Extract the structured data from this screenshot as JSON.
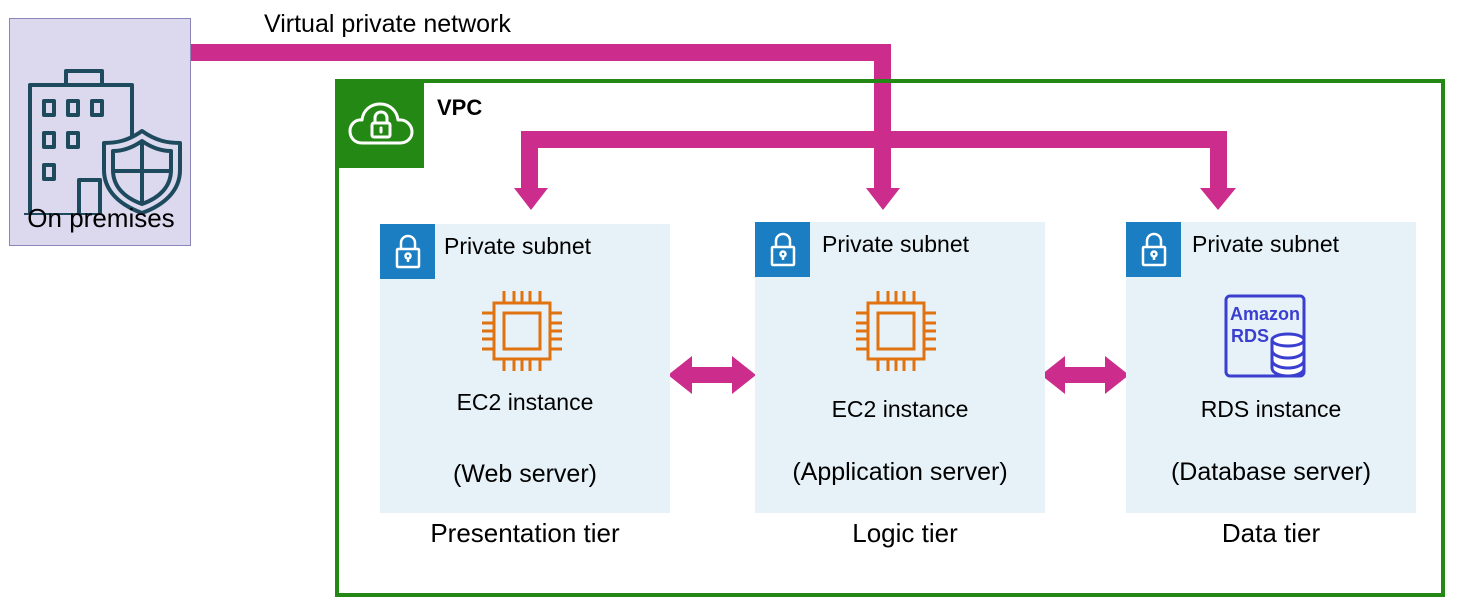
{
  "onprem": {
    "label": "On premises",
    "icon": "building-shield-icon"
  },
  "vpn": {
    "label": "Virtual private network"
  },
  "vpc": {
    "label": "VPC",
    "icon": "cloud-lock-icon"
  },
  "tiers": [
    {
      "subnet_label": "Private subnet",
      "instance_label": "EC2 instance",
      "role_label": "(Web server)",
      "tier_label": "Presentation tier",
      "icon": "ec2-chip-icon"
    },
    {
      "subnet_label": "Private subnet",
      "instance_label": "EC2 instance",
      "role_label": "(Application server)",
      "tier_label": "Logic tier",
      "icon": "ec2-chip-icon"
    },
    {
      "subnet_label": "Private subnet",
      "instance_label": "RDS instance",
      "role_label": "(Database server)",
      "tier_label": "Data tier",
      "icon": "amazon-rds-icon",
      "icon_text_1": "Amazon",
      "icon_text_2": "RDS"
    }
  ],
  "colors": {
    "arrow": "#cc2d8c",
    "vpc_green": "#248814",
    "subnet_blue": "#1b7dc2",
    "subnet_bg": "#e6f2f8",
    "ec2_orange": "#e0720f",
    "rds_blue": "#3b3fd0",
    "onprem_bg": "#dcd8ee",
    "onprem_icon": "#1e4a5e"
  }
}
